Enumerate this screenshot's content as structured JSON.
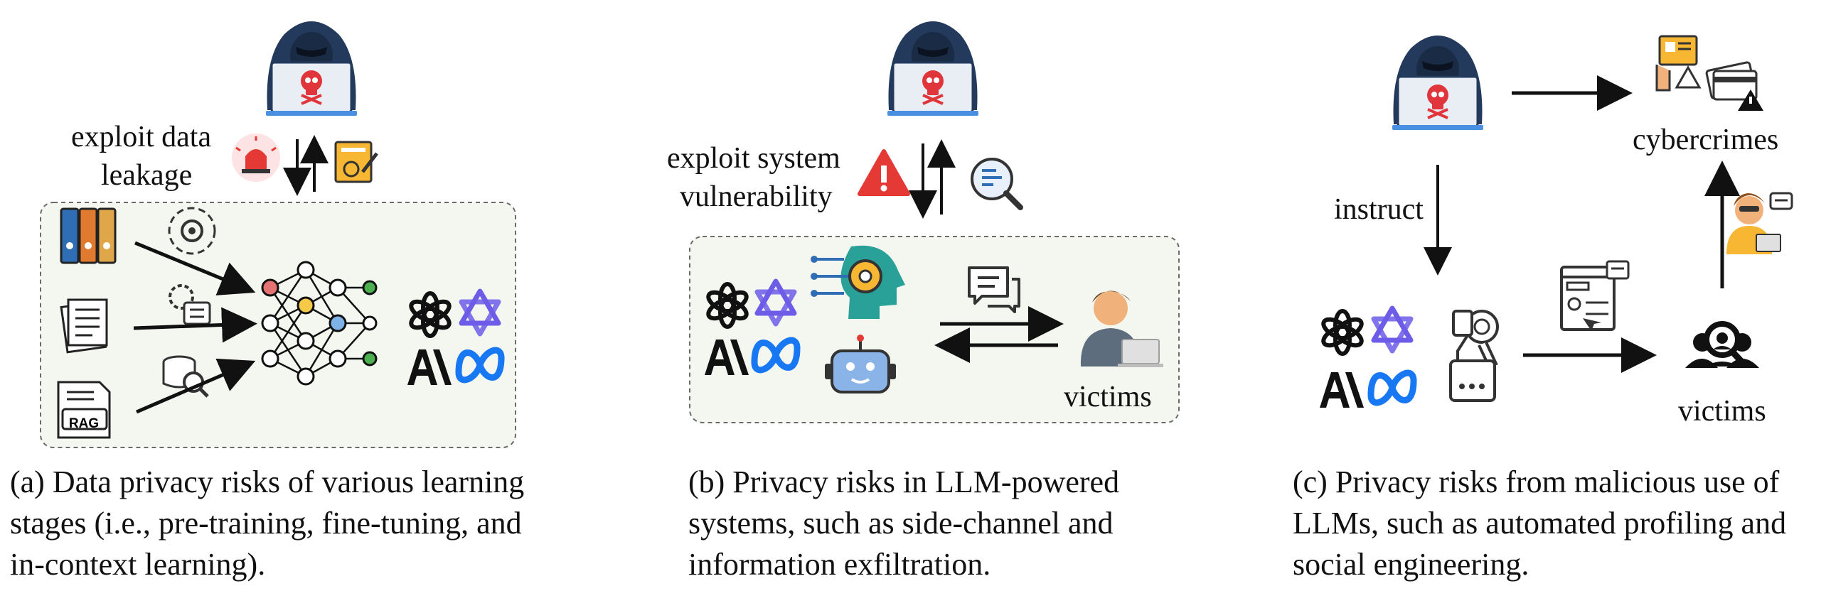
{
  "panel_a": {
    "label_exploit_line1": "exploit data",
    "label_exploit_line2": "leakage",
    "rag_label": "RAG",
    "caption_line1": "(a) Data privacy risks of various learning",
    "caption_line2": "stages (i.e., pre-training, fine-tuning, and",
    "caption_line3": "in-context learning)."
  },
  "panel_b": {
    "label_exploit_line1": "exploit system",
    "label_exploit_line2": "vulnerability",
    "victims_label": "victims",
    "caption_line1": "(b) Privacy risks in LLM-powered",
    "caption_line2": "systems, such as side-channel and",
    "caption_line3": "information exfiltration."
  },
  "panel_c": {
    "instruct_label": "instruct",
    "cybercrimes_label": "cybercrimes",
    "victims_label": "victims",
    "caption_line1": "(c) Privacy risks from malicious use of",
    "caption_line2": "LLMs, such as automated profiling and",
    "caption_line3": "social engineering."
  },
  "colors": {
    "hood": "#233a5c",
    "laptop": "#e9eef4",
    "skull": "#e0353b",
    "box_fill": "#f4f7f0",
    "box_border": "#6b6b6b",
    "meta_blue": "#1877f2",
    "llm_purple": "#6c5ce7",
    "alert_red": "#e53935"
  },
  "icons": [
    "hacker-icon",
    "siren-icon",
    "certificate-icon",
    "binders-icon",
    "gear-circle-icon",
    "documents-icon",
    "settings-icon",
    "database-search-icon",
    "rag-document-icon",
    "neural-network-icon",
    "openai-logo",
    "gemini-logo",
    "anthropic-logo",
    "meta-logo",
    "warning-icon",
    "code-search-icon",
    "ai-head-icon",
    "robot-icon",
    "chat-icon",
    "person-laptop-icon",
    "id-card-warning-icon",
    "credit-card-warning-icon",
    "social-engineer-icon",
    "profile-form-icon",
    "robot-arm-icon",
    "victims-group-icon"
  ]
}
